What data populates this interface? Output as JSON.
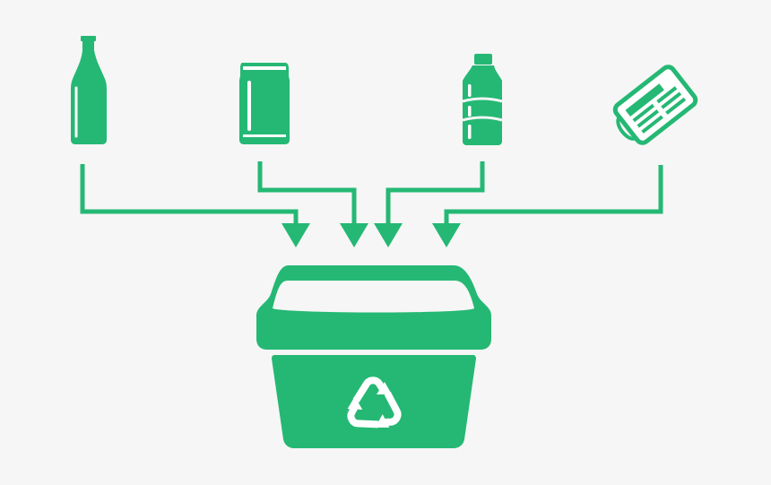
{
  "colors": {
    "background": "#f6f6f6",
    "accent": "#25b874",
    "highlight": "#ffffff"
  },
  "items": [
    {
      "name": "glass-bottle",
      "icon": "glass-bottle-icon"
    },
    {
      "name": "aluminum-can",
      "icon": "aluminum-can-icon"
    },
    {
      "name": "plastic-bottle",
      "icon": "plastic-bottle-icon"
    },
    {
      "name": "newspaper",
      "icon": "newspaper-icon"
    }
  ],
  "destination": {
    "name": "recycling-bin",
    "icon": "recycling-bin-icon",
    "symbol": "recycle-symbol-icon"
  }
}
